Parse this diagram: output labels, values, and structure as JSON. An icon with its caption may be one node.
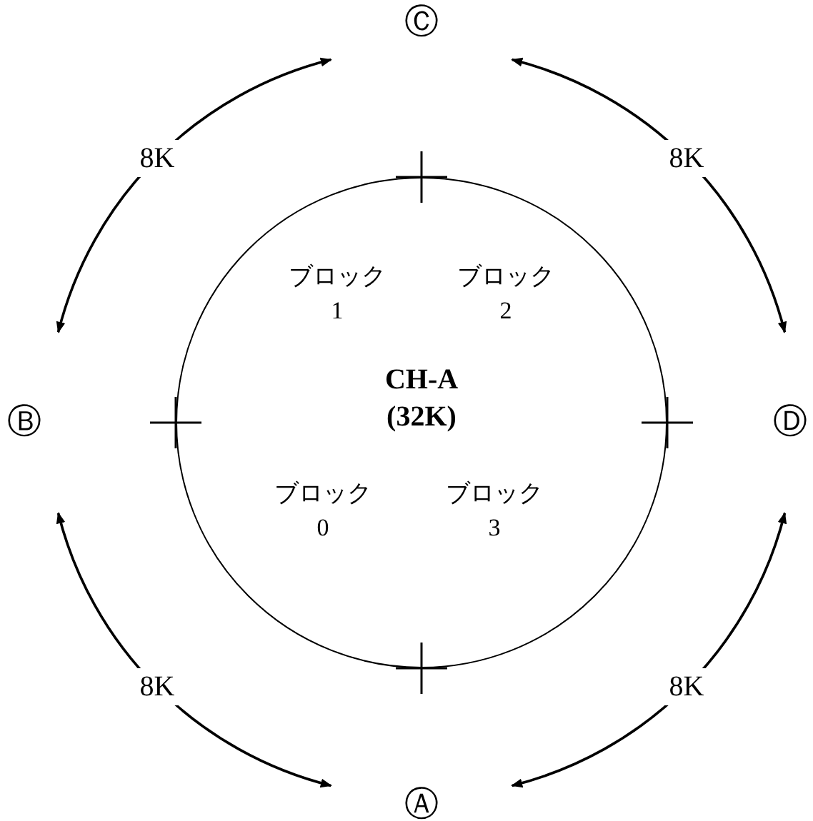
{
  "diagram": {
    "nodes": [
      {
        "text": [
          "CH-A",
          "(32K)"
        ]
      },
      {
        "text": [
          "Ⓒ"
        ]
      },
      {
        "text": [
          "Ⓑ"
        ]
      },
      {
        "text": [
          "Ⓓ"
        ]
      },
      {
        "text": [
          "Ⓐ"
        ]
      }
    ],
    "edges": [
      {
        "from": 2,
        "to": 1,
        "arrow": "both",
        "label": "8K"
      },
      {
        "from": 1,
        "to": 3,
        "arrow": "both",
        "label": "8K"
      },
      {
        "from": 2,
        "to": 4,
        "arrow": "both",
        "label": "8K"
      },
      {
        "from": 3,
        "to": 4,
        "arrow": "both",
        "label": "8K"
      }
    ],
    "labels": [
      "ブロック 1",
      "ブロック 2",
      "ブロック 0",
      "ブロック 3"
    ]
  }
}
